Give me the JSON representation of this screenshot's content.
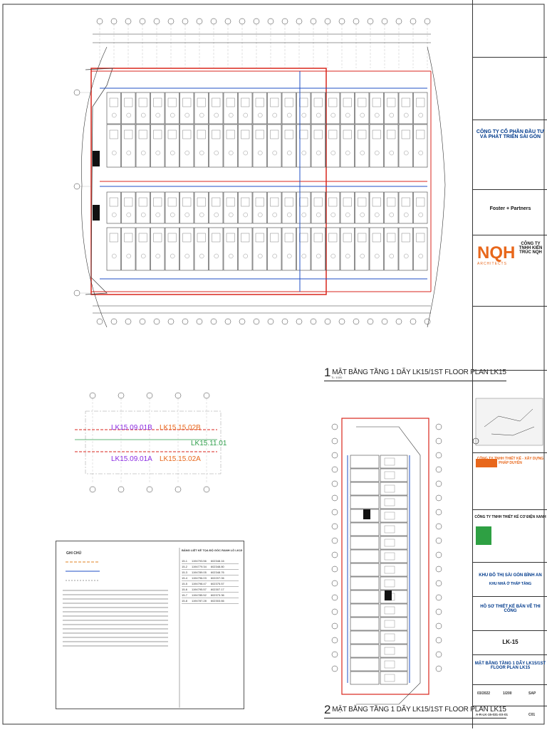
{
  "plans": {
    "plan1_number": "1",
    "plan1_title": "MẶT BẰNG TẦNG 1 DÃY LK15/1ST FLOOR PLAN LK15",
    "plan1_scale": "TL: 1/100",
    "plan2_number": "2",
    "plan2_title": "MẶT BẰNG TẦNG 1 DÃY LK15/1ST FLOOR PLAN LK15"
  },
  "key_plan": {
    "labels": [
      {
        "text": "LK15.09.01B",
        "color": "#8a2be2"
      },
      {
        "text": "LK15.15.02B",
        "color": "#e8671b"
      },
      {
        "text": "LK15.11.01",
        "color": "#2e9e4a"
      },
      {
        "text": "LK15.09.01A",
        "color": "#8a2be2"
      },
      {
        "text": "LK15.15.02A",
        "color": "#e8671b"
      }
    ]
  },
  "legend": {
    "title": "GHI CHÚ",
    "coord_table_title": "BẢNG LIỆT KÊ TỌA ĐỘ GÓC RANH LÔ LK15",
    "coord_rows": [
      {
        "id": "15-1",
        "x": "1194793.56",
        "y": "602348.16"
      },
      {
        "id": "15-2",
        "x": "1194779.34",
        "y": "602348.80"
      },
      {
        "id": "15-3",
        "x": "1194789.05",
        "y": "602348.76"
      },
      {
        "id": "15-4",
        "x": "1194796.03",
        "y": "602207.06"
      },
      {
        "id": "15-5",
        "x": "1194798.47",
        "y": "602375.57"
      },
      {
        "id": "15-6",
        "x": "1194795.57",
        "y": "602307.17"
      },
      {
        "id": "15-7",
        "x": "1194785.52",
        "y": "602373.36"
      },
      {
        "id": "15-8",
        "x": "1194787.28",
        "y": "602303.66"
      }
    ]
  },
  "title_block": {
    "company": "CÔNG TY CỔ PHẦN ĐẦU TƯ VÀ PHÁT TRIỂN SÀI GÒN",
    "foster": "Foster + Partners",
    "nqh_logo": "NQH",
    "nqh_sub": "ARCHITECTS",
    "nqh_name": "CÔNG TY TNHH KIẾN TRÚC NQH",
    "structural": "CÔNG TY TNHH THIẾT KẾ - XÂY DỰNG PHÁP DUYÊN",
    "mep": "CÔNG TY TNHH THIẾT KẾ CƠ ĐIỆN XANH",
    "project": "KHU ĐÔ THỊ SÀI GÒN BÌNH AN",
    "project_sub": "KHU NHÀ Ở THẤP TẦNG",
    "stage": "HỒ SƠ THIẾT KẾ BẢN VẼ THI CÔNG",
    "block": "LK-15",
    "drawing_title": "MẶT BẰNG TẦNG 1 DÃY LK15/1ST FLOOR PLAN LK15",
    "date": "03/2022",
    "scale": "1/200",
    "drawing_no": "A-R-LK-15-031-XX-01",
    "revision": "C01",
    "sheet": "SAP"
  },
  "colors": {
    "wall": "#444444",
    "red_boundary": "#d9261c",
    "blue_line": "#1f4fc4",
    "orange_line": "#f07a2a",
    "green_text": "#2e9e4a"
  }
}
